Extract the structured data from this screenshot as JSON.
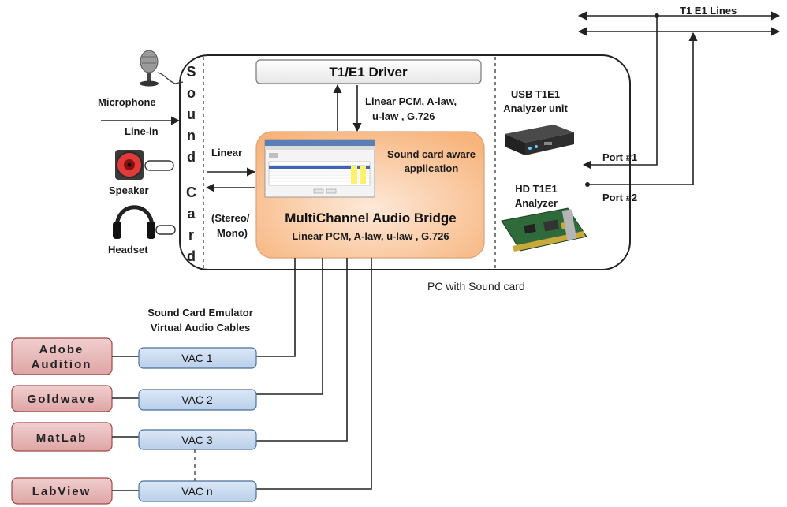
{
  "pc_label": "PC with Sound card",
  "sound_card": [
    "S",
    "o",
    "u",
    "n",
    "d",
    "C",
    "a",
    "r",
    "d"
  ],
  "driver": "T1/E1 Driver",
  "codecs_top": [
    "Linear PCM, A-law,",
    "u-law , G.726"
  ],
  "bridge": {
    "title": "MultiChannel Audio Bridge",
    "codecs": "Linear PCM, A-law, u-law , G.726",
    "app_label": [
      "Sound card aware",
      "application"
    ]
  },
  "linear": "Linear",
  "stereo": [
    "(Stereo/",
    "Mono)"
  ],
  "devices": {
    "microphone": "Microphone",
    "line_in": "Line-in",
    "speaker": "Speaker",
    "headset": "Headset"
  },
  "usb_analyzer": [
    "USB T1E1",
    "Analyzer unit"
  ],
  "hd_analyzer": [
    "HD T1E1",
    "Analyzer"
  ],
  "lines_label": "T1 E1 Lines",
  "port1": "Port #1",
  "port2": "Port #2",
  "emulator": [
    "Sound Card Emulator",
    "Virtual Audio Cables"
  ],
  "apps": [
    {
      "lines": [
        "Adobe",
        "Audition"
      ]
    },
    {
      "lines": [
        "Goldwave"
      ]
    },
    {
      "lines": [
        "MatLab"
      ]
    },
    {
      "lines": [
        "LabView"
      ]
    }
  ],
  "vacs": [
    "VAC 1",
    "VAC 2",
    "VAC 3",
    "VAC n"
  ],
  "colors": {
    "app_fill": "#e6b8b7",
    "app_stroke": "#a04848",
    "vac_fill": "#c5d9f1",
    "vac_stroke": "#4a6f9e",
    "bridge_light": "#fde9d9",
    "bridge_dark": "#f7b37a"
  }
}
